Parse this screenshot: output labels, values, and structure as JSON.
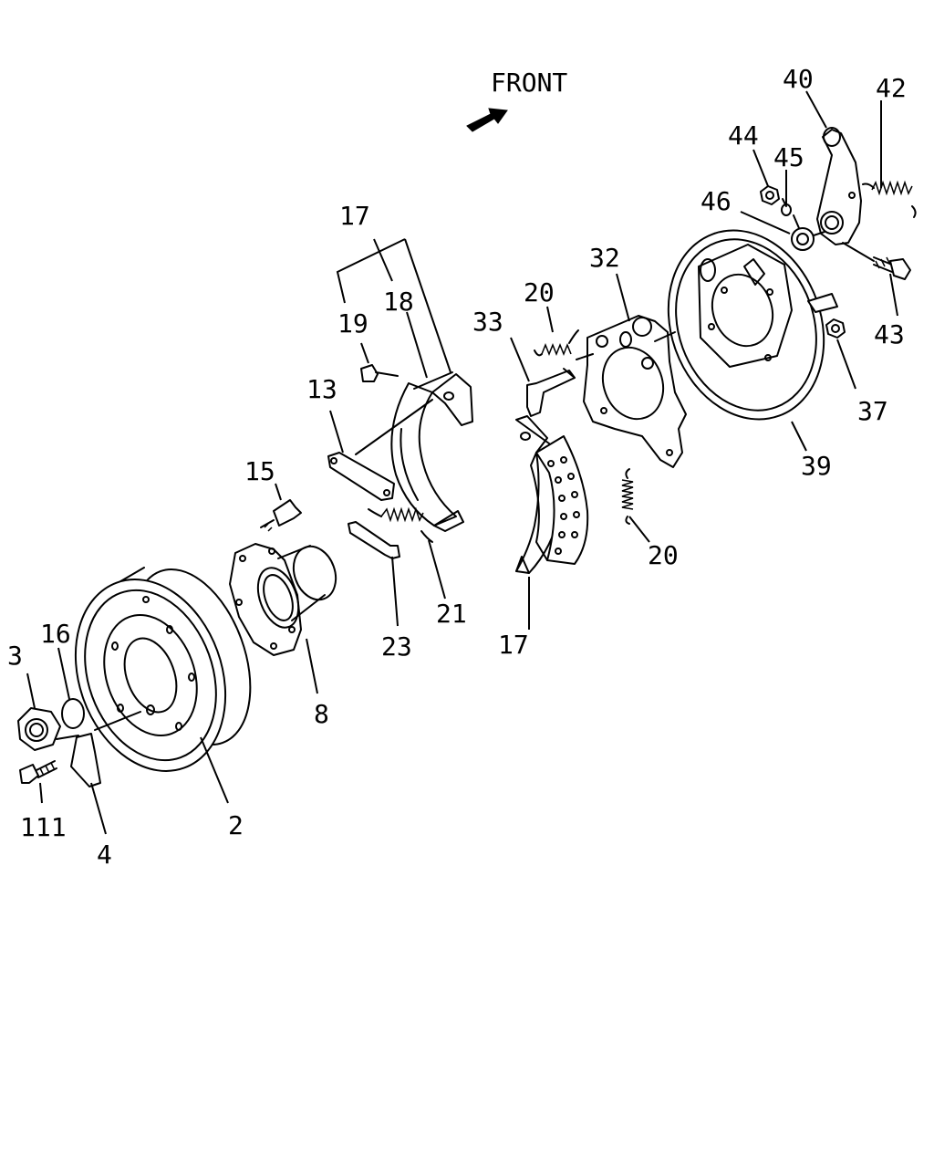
{
  "direction_label": "FRONT",
  "callouts": {
    "p2": "2",
    "p3": "3",
    "p4": "4",
    "p8": "8",
    "p13": "13",
    "p15": "15",
    "p16": "16",
    "p17_top": "17",
    "p17_bottom": "17",
    "p18": "18",
    "p19": "19",
    "p20_top": "20",
    "p20_bottom": "20",
    "p21": "21",
    "p23": "23",
    "p32": "32",
    "p33": "33",
    "p37": "37",
    "p39": "39",
    "p40": "40",
    "p42": "42",
    "p43": "43",
    "p44": "44",
    "p45": "45",
    "p46": "46",
    "p111": "111"
  }
}
